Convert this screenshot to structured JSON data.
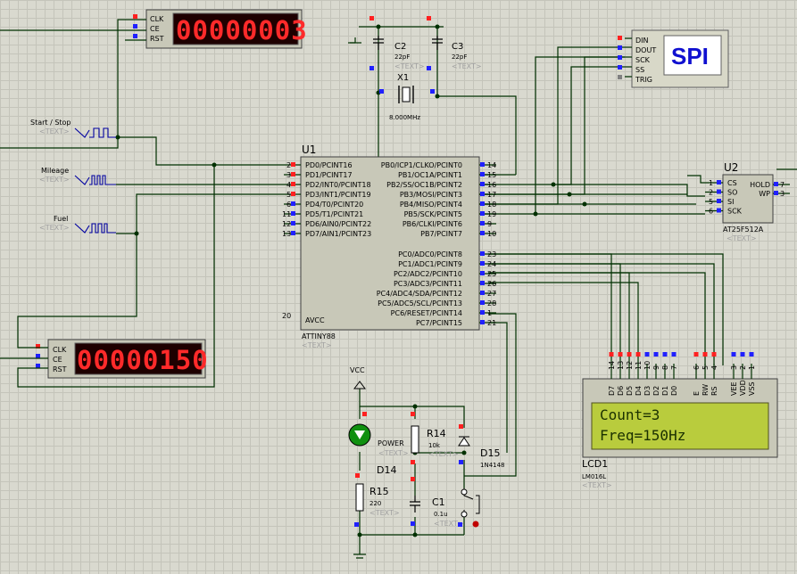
{
  "counter_top": {
    "pins": [
      "CLK",
      "CE",
      "RST"
    ],
    "display": "00000003"
  },
  "counter_bottom": {
    "pins": [
      "CLK",
      "CE",
      "RST"
    ],
    "display": "00000150"
  },
  "generators": [
    {
      "label": "Start / Stop",
      "text": "<TEXT>"
    },
    {
      "label": "Mileage",
      "text": "<TEXT>"
    },
    {
      "label": "Fuel",
      "text": "<TEXT>"
    }
  ],
  "crystal": {
    "c2": {
      "ref": "C2",
      "value": "22pF",
      "text": "<TEXT>"
    },
    "c3": {
      "ref": "C3",
      "value": "22pF",
      "text": "<TEXT>"
    },
    "x1": {
      "ref": "X1",
      "value": "8.000MHz"
    }
  },
  "spi": {
    "title": "SPI",
    "pins": [
      "DIN",
      "DOUT",
      "SCK",
      "SS",
      "TRIG"
    ]
  },
  "mcu": {
    "ref": "U1",
    "part": "ATTINY88",
    "text": "<TEXT>",
    "left_pins": [
      {
        "num": "2",
        "name": "PD0/PCINT16"
      },
      {
        "num": "3",
        "name": "PD1/PCINT17"
      },
      {
        "num": "4",
        "name": "PD2/INT0/PCINT18"
      },
      {
        "num": "5",
        "name": "PD3/INT1/PCINT19"
      },
      {
        "num": "6",
        "name": "PD4/T0/PCINT20"
      },
      {
        "num": "11",
        "name": "PD5/T1/PCINT21"
      },
      {
        "num": "12",
        "name": "PD6/AIN0/PCINT22"
      },
      {
        "num": "13",
        "name": "PD7/AIN1/PCINT23"
      }
    ],
    "avcc": {
      "num": "20",
      "name": "AVCC"
    },
    "right_pins_b": [
      {
        "num": "14",
        "name": "PB0/ICP1/CLKO/PCINT0"
      },
      {
        "num": "15",
        "name": "PB1/OC1A/PCINT1"
      },
      {
        "num": "16",
        "name": "PB2/SS/OC1B/PCINT2"
      },
      {
        "num": "17",
        "name": "PB3/MOSI/PCINT3"
      },
      {
        "num": "18",
        "name": "PB4/MISO/PCINT4"
      },
      {
        "num": "19",
        "name": "PB5/SCK/PCINT5"
      },
      {
        "num": "9",
        "name": "PB6/CLKI/PCINT6"
      },
      {
        "num": "10",
        "name": "PB7/PCINT7"
      }
    ],
    "right_pins_c": [
      {
        "num": "23",
        "name": "PC0/ADC0/PCINT8"
      },
      {
        "num": "24",
        "name": "PC1/ADC1/PCINT9"
      },
      {
        "num": "25",
        "name": "PC2/ADC2/PCINT10"
      },
      {
        "num": "26",
        "name": "PC3/ADC3/PCINT11"
      },
      {
        "num": "27",
        "name": "PC4/ADC4/SDA/PCINT12"
      },
      {
        "num": "28",
        "name": "PC5/ADC5/SCL/PCINT13"
      },
      {
        "num": "1",
        "name": "PC6/RESET/PCINT14"
      },
      {
        "num": "21",
        "name": "PC7/PCINT15"
      }
    ]
  },
  "eeprom": {
    "ref": "U2",
    "part": "AT25F512A",
    "text": "<TEXT>",
    "left_pins": [
      {
        "num": "1",
        "name": "CS"
      },
      {
        "num": "2",
        "name": "SO"
      },
      {
        "num": "5",
        "name": "SI"
      },
      {
        "num": "6",
        "name": "SCK"
      }
    ],
    "right_pins": [
      {
        "num": "7",
        "name": "HOLD"
      },
      {
        "num": "3",
        "name": "WP"
      }
    ]
  },
  "lcd": {
    "ref": "LCD1",
    "part": "LM016L",
    "text": "<TEXT>",
    "line1": "Count=3",
    "line2": "Freq=150Hz",
    "pin_nums": [
      "14",
      "13",
      "12",
      "11",
      "10",
      "9",
      "8",
      "7",
      "6",
      "5",
      "4",
      "3",
      "2",
      "1"
    ],
    "pin_names": [
      "D7",
      "D6",
      "D5",
      "D4",
      "D3",
      "D2",
      "D1",
      "D0",
      "E",
      "RW",
      "RS",
      "VEE",
      "VDD",
      "VSS"
    ]
  },
  "power": {
    "vcc": "VCC",
    "led": {
      "label": "POWER",
      "ref": "D14",
      "text": "<TEXT>"
    },
    "r14": {
      "ref": "R14",
      "value": "10k",
      "text": "<TEXT>"
    },
    "r15": {
      "ref": "R15",
      "value": "220",
      "text": "<TEXT>"
    },
    "d15": {
      "ref": "D15",
      "value": "1N4148"
    },
    "c1": {
      "ref": "C1",
      "value": "0.1u",
      "text": "<TEXT>"
    }
  },
  "colors": {
    "wire": "#003000",
    "segment_red": "#ff2a2a",
    "lcd_green": "#b9cc3d",
    "spi_blue": "#1010d0",
    "pin_blue": "#2020ff",
    "pin_red": "#ff2020"
  }
}
